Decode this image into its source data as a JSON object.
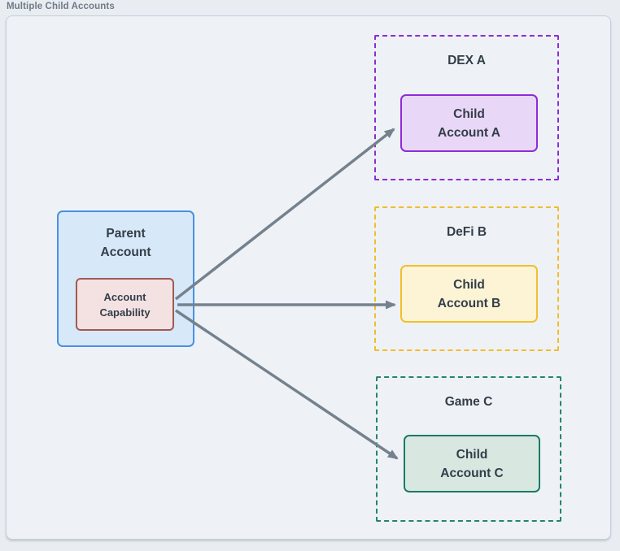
{
  "title": "Multiple Child Accounts",
  "colors": {
    "page_background": "#e9edf2",
    "canvas_background": "#eef2f7",
    "canvas_border": "#c6ced9",
    "title_text": "#6f7a87",
    "node_text": "#333e48",
    "arrow": "#75818d",
    "parent_fill": "#d7e8f9",
    "parent_border": "#4a90e2",
    "capability_fill": "#f4e2e2",
    "capability_border": "#9e5b55",
    "dex_a_border": "#8d2bd8",
    "child_a_fill": "#e9d7f8",
    "defi_b_border": "#f2bc2e",
    "child_b_fill": "#fdf4d6",
    "game_c_border": "#23866c",
    "child_c_fill": "#d8e8e1"
  },
  "diagram": {
    "parent": {
      "label": "Parent\nAccount",
      "capability_label": "Account\nCapability"
    },
    "groups": [
      {
        "label": "DEX A",
        "child_label": "Child\nAccount A"
      },
      {
        "label": "DeFi B",
        "child_label": "Child\nAccount B"
      },
      {
        "label": "Game C",
        "child_label": "Child\nAccount C"
      }
    ]
  }
}
